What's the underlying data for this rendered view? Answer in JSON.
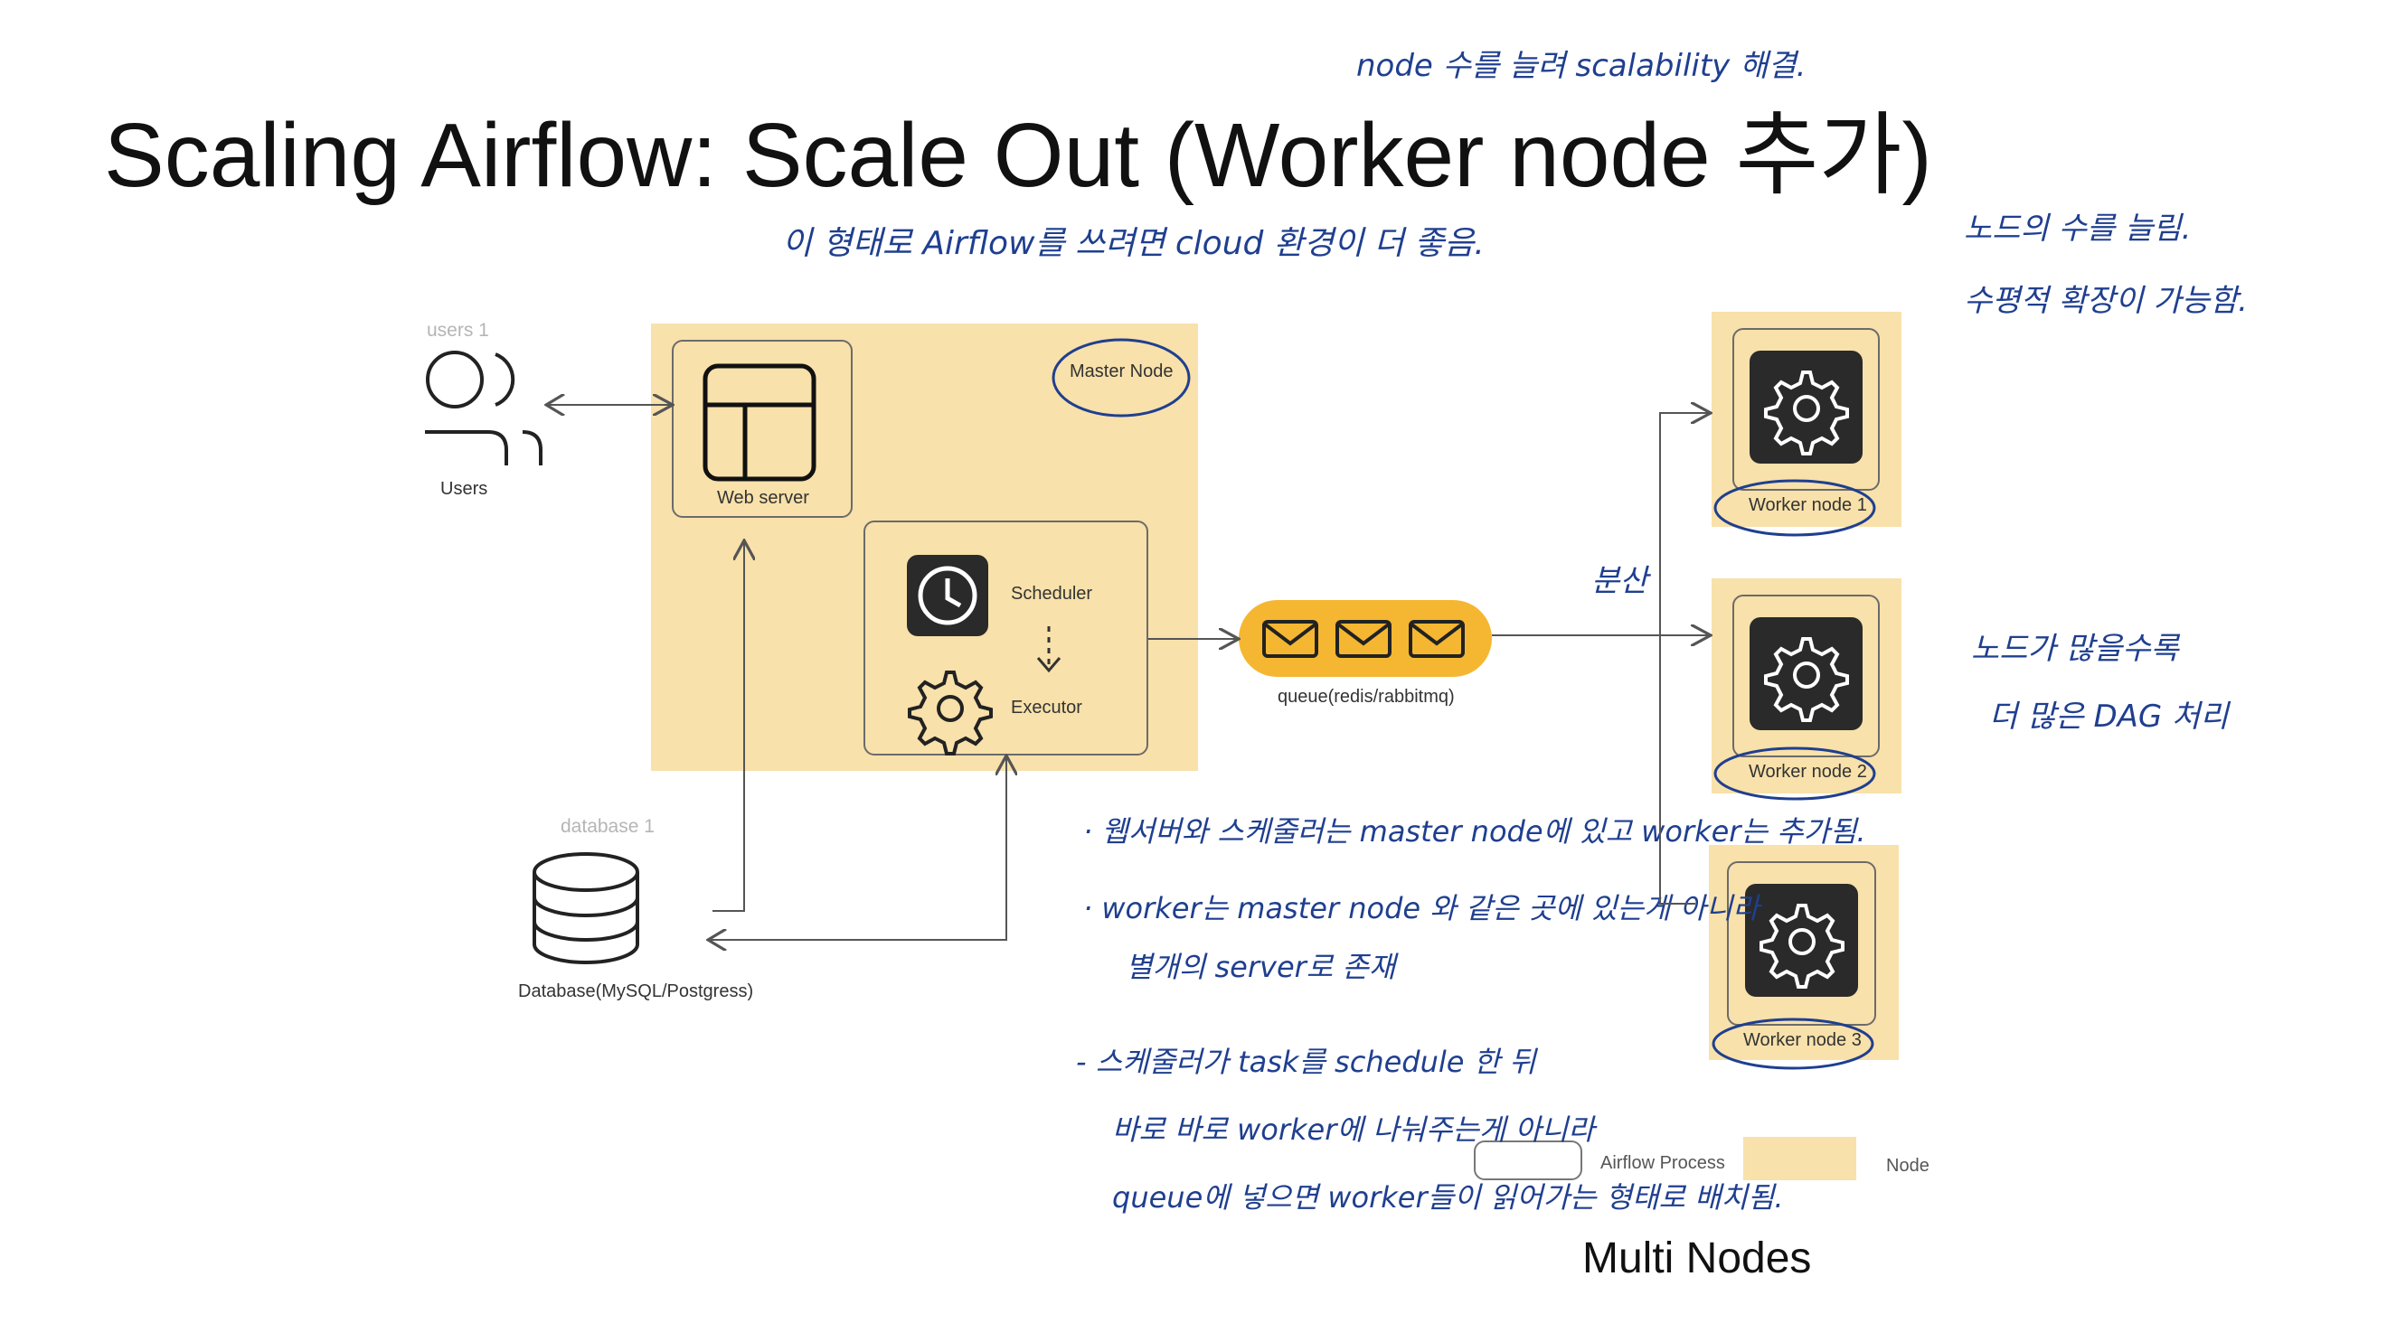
{
  "slide": {
    "title": "Scaling Airflow: Scale Out (Worker node 추가)",
    "caption": "Multi Nodes"
  },
  "diagram": {
    "users": {
      "group_label": "users 1",
      "label": "Users"
    },
    "master": {
      "label": "Master Node"
    },
    "webserver": {
      "label": "Web server"
    },
    "scheduler": {
      "label": "Scheduler"
    },
    "executor": {
      "label": "Executor"
    },
    "queue": {
      "label": "queue(redis/rabbitmq)"
    },
    "database": {
      "group_label": "database 1",
      "label": "Database(MySQL/Postgress)"
    },
    "workers": [
      {
        "label": "Worker node 1"
      },
      {
        "label": "Worker node 2"
      },
      {
        "label": "Worker node 3"
      }
    ],
    "legend": {
      "process": "Airflow Process",
      "node": "Node"
    },
    "colors": {
      "node": "#f8e1aa",
      "queue": "#f5b731",
      "ink": "#1f3f8f"
    }
  },
  "notes": {
    "top": "node 수를 늘려 scalability 해결.",
    "below_title": "이 형태로 Airflow를 쓰려면 cloud 환경이 더 좋음.",
    "right_1": "노드의 수를 늘림.",
    "right_2": "수평적 확장이 가능함.",
    "right_3": "노드가 많을수록",
    "right_4": "더 많은 DAG 처리",
    "distribute": "분산",
    "bullet_1": "· 웹서버와 스케줄러는 master node에 있고 worker는 추가됨.",
    "bullet_2a": "· worker는 master node 와 같은 곳에 있는게 아니라",
    "bullet_2b": "별개의 server로 존재",
    "bullet_3a": "- 스케줄러가 task를 schedule 한 뒤",
    "bullet_3b": "바로 바로 worker에 나눠주는게 아니라",
    "bullet_3c": "queue에 넣으면 worker들이 읽어가는 형태로 배치됨."
  }
}
